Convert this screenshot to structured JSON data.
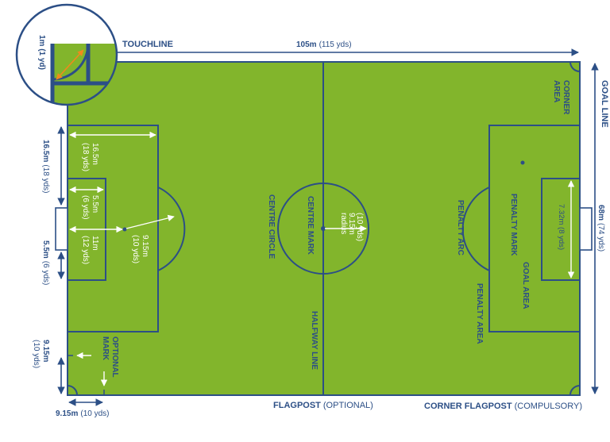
{
  "labels": {
    "touchline": "TOUCHLINE",
    "length": "105m",
    "length_yds": "(115 yds)",
    "goal_line": "GOAL LINE",
    "width": "68m",
    "width_yds": "(74 yds)",
    "corner_area": "CORNER AREA",
    "corner_area_l1": "CORNER",
    "corner_area_l2": "AREA",
    "corner_radius": "1m (1 yd)",
    "centre_circle": "CENTRE CIRCLE",
    "centre_mark": "CENTRE MARK",
    "radius_l1": "radius",
    "radius_l2": "9.15m",
    "radius_l3": "(10 yds)",
    "halfway_line": "HALFWAY LINE",
    "penalty_arc": "PENALTY ARC",
    "penalty_mark": "PENALTY MARK",
    "goal_area": "GOAL AREA",
    "penalty_area": "PENALTY AREA",
    "goal_width_l1": "7.32m (8 yds)",
    "pa_depth_l1": "16.5m",
    "pa_depth_l2": "(18 yds)",
    "ga_depth_l1": "5.5m",
    "ga_depth_l2": "(6 yds)",
    "pm_dist_l1": "11m",
    "pm_dist_l2": "(12 yds)",
    "arc_r_l1": "9.15m",
    "arc_r_l2": "(10 yds)",
    "left_pa": "16.5m",
    "left_pa_yds": "(18 yds)",
    "left_ga": "5.5m",
    "left_ga_yds": "(6 yds)",
    "left_corner_dist": "9.15m",
    "left_corner_dist_yds": "(10 yds)",
    "bottom_corner_dist": "9.15m",
    "bottom_corner_dist_yds": "(10 yds)",
    "optional_mark_l1": "OPTIONAL",
    "optional_mark_l2": "MARK",
    "flagpost": "FLAGPOST",
    "flagpost_note": "(OPTIONAL)",
    "corner_flagpost": "CORNER FLAGPOST",
    "corner_flagpost_note": "(COMPULSORY)"
  },
  "colors": {
    "pitch": "#82b52c",
    "lines": "#2c4f86",
    "arrows": "#ffffff"
  }
}
